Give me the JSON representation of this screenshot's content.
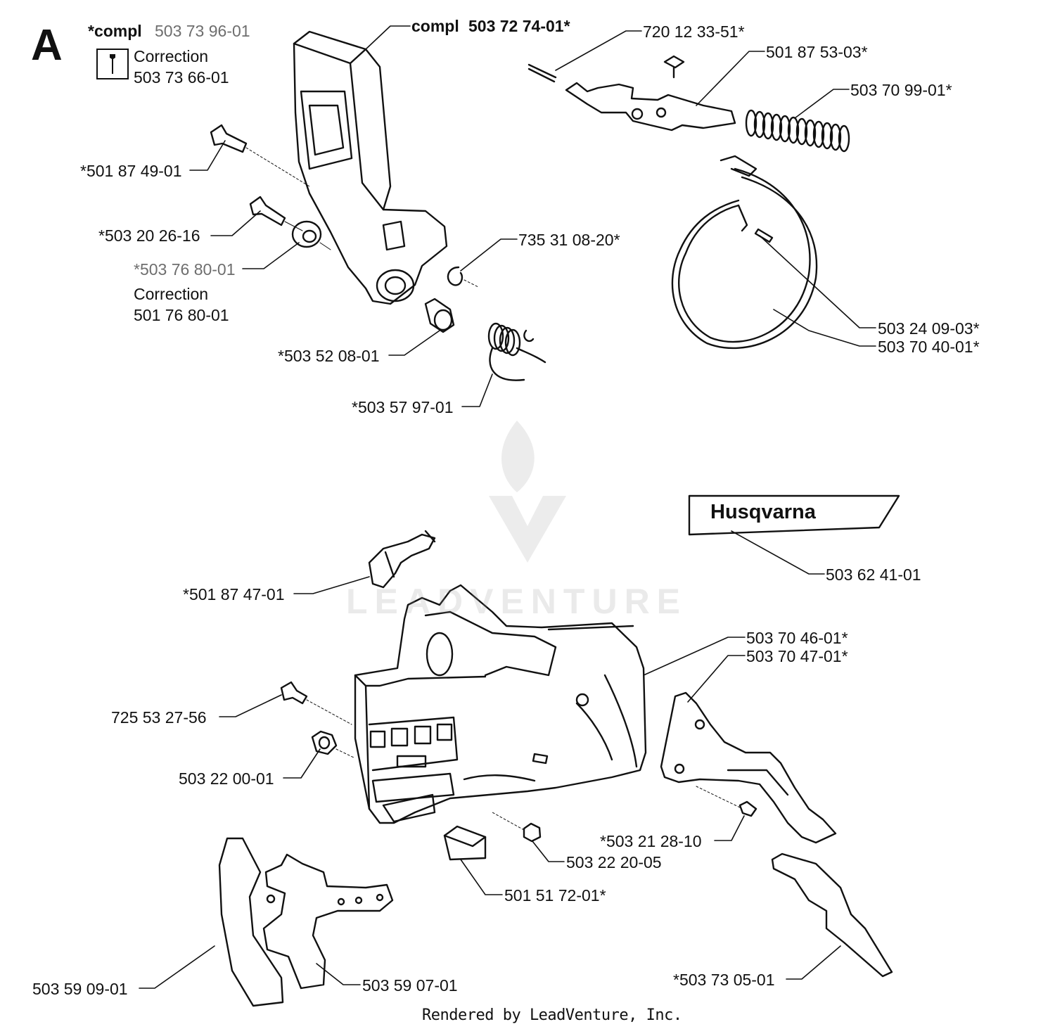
{
  "section_letter": "A",
  "header": {
    "compl_prefix": "*compl",
    "compl_number": "503 73 96-01",
    "correction_word": "Correction",
    "correction_number": "503 73 66-01"
  },
  "labels": {
    "guard_compl_prefix": "compl",
    "guard_compl_number": "503 72 74-01*",
    "p720_12_33_51": "720 12 33-51*",
    "p501_87_53_03": "501 87 53-03*",
    "p503_70_99_01": "503 70 99-01*",
    "p501_87_49_01": "*501 87 49-01",
    "p503_20_26_16": "*503 20 26-16",
    "p503_76_80_01": "*503 76 80-01",
    "correction2_word": "Correction",
    "correction2_number": "501 76 80-01",
    "p735_31_08_20": "735 31 08-20*",
    "p503_24_09_03": "503 24 09-03*",
    "p503_70_40_01": "503 70 40-01*",
    "p503_52_08_01": "*503 52 08-01",
    "p503_57_97_01": "*503 57 97-01",
    "p503_62_41_01": "503 62 41-01",
    "p501_87_47_01": "*501 87 47-01",
    "p503_70_46_01": "503 70 46-01*",
    "p503_70_47_01": "503 70 47-01*",
    "p725_53_27_56": "725 53 27-56",
    "p503_22_00_01": "503 22 00-01",
    "p503_21_28_10": "*503 21 28-10",
    "p503_22_20_05": "503 22 20-05",
    "p501_51_72_01": "501 51 72-01*",
    "p503_59_09_01": "503 59 09-01",
    "p503_59_07_01": "503 59 07-01",
    "p503_73_05_01": "*503 73 05-01"
  },
  "brand_logo_text": "Husqvarna",
  "watermark_text": "LEADVENTURE",
  "footer_text": "Rendered by LeadVenture, Inc.",
  "icons": {
    "wrench": "wrench-icon",
    "watermark_flame": "flame-logo-icon"
  },
  "colors": {
    "line": "#111111",
    "gray_text": "#6e6e6e",
    "watermark": "#c8c8c8"
  }
}
